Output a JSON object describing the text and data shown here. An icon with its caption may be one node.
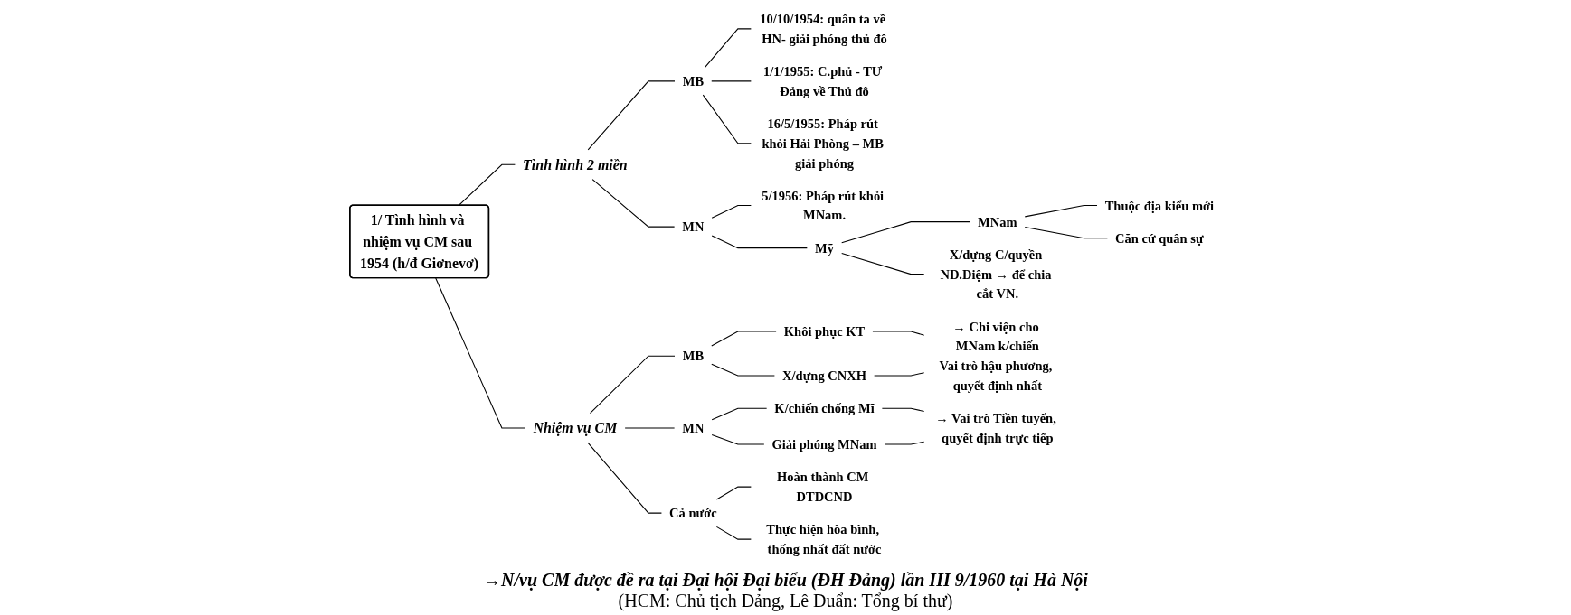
{
  "diagram": {
    "nodes": [
      {
        "text": [
          "1/ Tình hình và nhiệm vụ CM sau 1954 (h/đ Giơnevơ)"
        ]
      },
      {
        "text": [
          "Tình hình 2 miền"
        ]
      },
      {
        "text": [
          "MB"
        ]
      },
      {
        "text": [
          "10/10/1954: quân ta về HN- giải phóng thủ đô"
        ]
      },
      {
        "text": [
          "1/1/1955: C.phủ - TƯ Đảng về Thủ đô"
        ]
      },
      {
        "text": [
          "16/5/1955: Pháp rút khỏi Hải Phòng – MB giải phóng"
        ]
      },
      {
        "text": [
          "MN"
        ]
      },
      {
        "text": [
          "5/1956: Pháp rút khỏi MNam."
        ]
      },
      {
        "text": [
          "Mỹ"
        ]
      },
      {
        "text": [
          "MNam"
        ]
      },
      {
        "text": [
          "Thuộc địa kiểu mới"
        ]
      },
      {
        "text": [
          "Căn cứ quân sự"
        ]
      },
      {
        "text": [
          "X/dựng C/quyền NĐ.Diệm → để chia cắt VN."
        ]
      },
      {
        "text": [
          "Nhiệm vụ CM"
        ]
      },
      {
        "text": [
          "MB"
        ]
      },
      {
        "text": [
          "Khôi phục KT"
        ]
      },
      {
        "text": [
          "X/dựng CNXH"
        ]
      },
      {
        "text": [
          "→ Chi viện cho MNam k/chiến",
          "Vai trò hậu phương, quyết định nhất"
        ]
      },
      {
        "text": [
          "MN"
        ]
      },
      {
        "text": [
          "K/chiến chống Mĩ"
        ]
      },
      {
        "text": [
          "Giải phóng MNam"
        ]
      },
      {
        "text": [
          "→ Vai trò Tiền tuyến, quyết định trực tiếp"
        ]
      },
      {
        "text": [
          "Cả nước"
        ]
      },
      {
        "text": [
          "Hoàn thành CM DTDCND"
        ]
      },
      {
        "text": [
          "Thực hiện hòa bình, thống nhất đất nước"
        ]
      }
    ],
    "edges": [
      {
        "from": 0,
        "to": 1,
        "arrow": "none"
      },
      {
        "from": 0,
        "to": 13,
        "arrow": "none"
      },
      {
        "from": 1,
        "to": 2,
        "arrow": "none"
      },
      {
        "from": 2,
        "to": 3,
        "arrow": "none"
      },
      {
        "from": 2,
        "to": 4,
        "arrow": "none"
      },
      {
        "from": 2,
        "to": 5,
        "arrow": "none"
      },
      {
        "from": 1,
        "to": 6,
        "arrow": "none"
      },
      {
        "from": 6,
        "to": 7,
        "arrow": "none"
      },
      {
        "from": 6,
        "to": 8,
        "arrow": "none"
      },
      {
        "from": 8,
        "to": 9,
        "arrow": "none"
      },
      {
        "from": 9,
        "to": 10,
        "arrow": "none"
      },
      {
        "from": 9,
        "to": 11,
        "arrow": "none"
      },
      {
        "from": 8,
        "to": 12,
        "arrow": "none"
      },
      {
        "from": 13,
        "to": 14,
        "arrow": "none"
      },
      {
        "from": 14,
        "to": 15,
        "arrow": "none"
      },
      {
        "from": 14,
        "to": 16,
        "arrow": "none"
      },
      {
        "from": 15,
        "to": 17,
        "arrow": "none"
      },
      {
        "from": 16,
        "to": 17,
        "arrow": "none"
      },
      {
        "from": 13,
        "to": 18,
        "arrow": "none"
      },
      {
        "from": 18,
        "to": 19,
        "arrow": "none"
      },
      {
        "from": 18,
        "to": 20,
        "arrow": "none"
      },
      {
        "from": 19,
        "to": 21,
        "arrow": "none"
      },
      {
        "from": 20,
        "to": 21,
        "arrow": "none"
      },
      {
        "from": 13,
        "to": 22,
        "arrow": "none"
      },
      {
        "from": 22,
        "to": 23,
        "arrow": "none"
      },
      {
        "from": 22,
        "to": 24,
        "arrow": "none"
      }
    ],
    "labels": [
      "→N/vụ CM được đề ra tại Đại hội Đại biểu (ĐH Đảng) lần III 9/1960 tại Hà Nội",
      "(HCM: Chủ tịch Đảng, Lê Duẩn: Tổng bí thư)"
    ]
  }
}
